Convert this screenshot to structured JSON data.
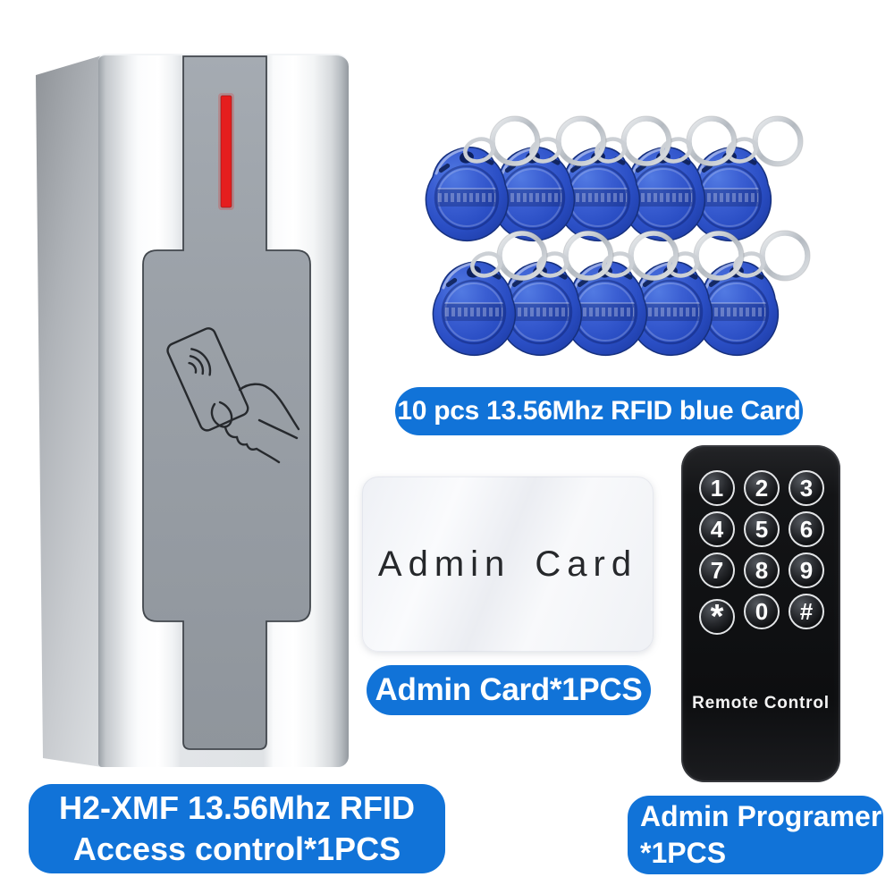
{
  "badges": {
    "blue_cards": "10 pcs 13.56Mhz RFID blue Card",
    "admin_card": "Admin Card*1PCS",
    "device_line1": "H2-XMF 13.56Mhz RFID",
    "device_line2": "Access control*1PCS",
    "programmer_line1": "Admin Programer",
    "programmer_line2": "*1PCS",
    "badge_color": "#1173d8",
    "text_color": "#ffffff"
  },
  "admin_card": {
    "label": "Admin Card"
  },
  "remote": {
    "label": "Remote Control",
    "keys": [
      "1",
      "2",
      "3",
      "4",
      "5",
      "6",
      "7",
      "8",
      "9",
      "*",
      "0",
      "#"
    ],
    "body_color": "#121316"
  },
  "fobs": {
    "count": 10,
    "color": "#2a51c6",
    "icon": "key-fob-icon"
  },
  "device": {
    "led_color": "#e51e1e",
    "icon": "card-swipe-icon",
    "panel_color": "#9aa0a7"
  }
}
